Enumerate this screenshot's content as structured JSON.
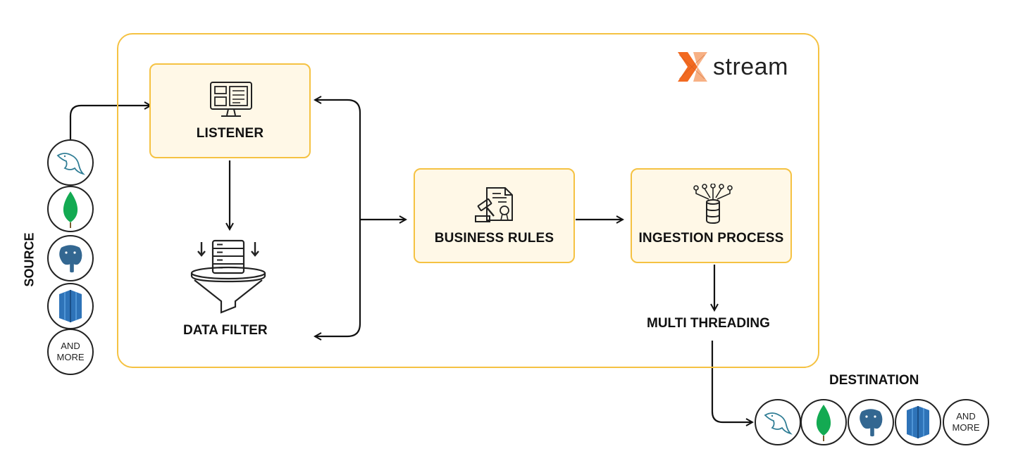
{
  "brand": {
    "logo_text": "stream",
    "accent_color": "#f26a21"
  },
  "nodes": {
    "listener": "LISTENER",
    "data_filter": "DATA FILTER",
    "business_rules": "BUSINESS RULES",
    "ingestion_process": "INGESTION PROCESS",
    "multi_threading": "MULTI THREADING"
  },
  "source": {
    "label": "SOURCE",
    "databases": [
      "mysql-icon",
      "mongodb-icon",
      "postgresql-icon",
      "amazon-rds-icon",
      "and-more"
    ],
    "more_line1": "AND",
    "more_line2": "MORE"
  },
  "destination": {
    "label": "DESTINATION",
    "databases": [
      "mysql-icon",
      "mongodb-icon",
      "postgresql-icon",
      "amazon-rds-icon",
      "and-more"
    ],
    "more_line1": "AND",
    "more_line2": "MORE"
  },
  "colors": {
    "frame": "#f5c242",
    "card_fill": "#fff8e7",
    "mysql": "#2f7d95",
    "mongodb": "#13aa52",
    "postgresql": "#336791",
    "rds": "#2e73b8"
  }
}
